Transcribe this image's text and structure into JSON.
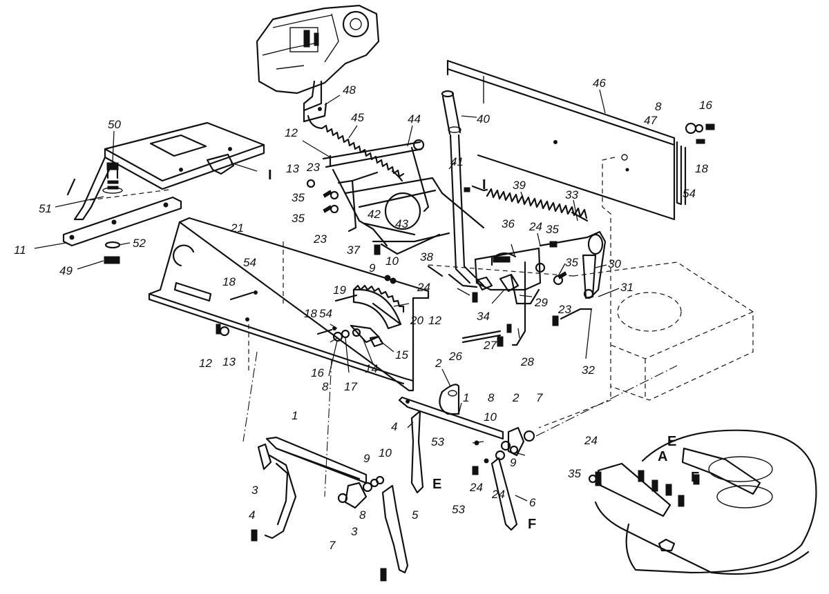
{
  "callouts": [
    {
      "id": "c50",
      "text": "50"
    },
    {
      "id": "c51",
      "text": "51"
    },
    {
      "id": "c11",
      "text": "11"
    },
    {
      "id": "c52",
      "text": "52"
    },
    {
      "id": "c49",
      "text": "49"
    },
    {
      "id": "c1a",
      "text": "I"
    },
    {
      "id": "c48",
      "text": "48"
    },
    {
      "id": "c45",
      "text": "45"
    },
    {
      "id": "c44",
      "text": "44"
    },
    {
      "id": "c12a",
      "text": "12"
    },
    {
      "id": "c13a",
      "text": "13"
    },
    {
      "id": "c23a",
      "text": "23"
    },
    {
      "id": "c35a",
      "text": "35"
    },
    {
      "id": "c35b",
      "text": "35"
    },
    {
      "id": "c23b",
      "text": "23"
    },
    {
      "id": "c42",
      "text": "42"
    },
    {
      "id": "c43",
      "text": "43"
    },
    {
      "id": "c37",
      "text": "37"
    },
    {
      "id": "c38",
      "text": "38"
    },
    {
      "id": "c9a",
      "text": "9"
    },
    {
      "id": "c10a",
      "text": "10"
    },
    {
      "id": "c40",
      "text": "40"
    },
    {
      "id": "c41",
      "text": "41"
    },
    {
      "id": "c46",
      "text": "46"
    },
    {
      "id": "c8a",
      "text": "8"
    },
    {
      "id": "c16a",
      "text": "16"
    },
    {
      "id": "c47",
      "text": "47"
    },
    {
      "id": "c18a",
      "text": "18"
    },
    {
      "id": "c54a",
      "text": "54"
    },
    {
      "id": "c1b",
      "text": "I"
    },
    {
      "id": "c39",
      "text": "39"
    },
    {
      "id": "c33",
      "text": "33"
    },
    {
      "id": "c36",
      "text": "36"
    },
    {
      "id": "c24a",
      "text": "24"
    },
    {
      "id": "c35c",
      "text": "35"
    },
    {
      "id": "c30",
      "text": "30"
    },
    {
      "id": "c35d",
      "text": "35"
    },
    {
      "id": "c31",
      "text": "31"
    },
    {
      "id": "c24b",
      "text": "24"
    },
    {
      "id": "c12b",
      "text": "12"
    },
    {
      "id": "c34",
      "text": "34"
    },
    {
      "id": "c29",
      "text": "29"
    },
    {
      "id": "c23c",
      "text": "23"
    },
    {
      "id": "c27",
      "text": "27"
    },
    {
      "id": "c26",
      "text": "26"
    },
    {
      "id": "c28",
      "text": "28"
    },
    {
      "id": "c32",
      "text": "32"
    },
    {
      "id": "c21",
      "text": "21"
    },
    {
      "id": "c54b",
      "text": "54"
    },
    {
      "id": "c18b",
      "text": "18"
    },
    {
      "id": "c19",
      "text": "19"
    },
    {
      "id": "c20",
      "text": "20"
    },
    {
      "id": "c18c",
      "text": "18"
    },
    {
      "id": "c54c",
      "text": "54"
    },
    {
      "id": "c15",
      "text": "15"
    },
    {
      "id": "c14",
      "text": "14"
    },
    {
      "id": "c16b",
      "text": "16"
    },
    {
      "id": "c8b",
      "text": "8"
    },
    {
      "id": "c17",
      "text": "17"
    },
    {
      "id": "c12c",
      "text": "12"
    },
    {
      "id": "c13b",
      "text": "13"
    },
    {
      "id": "c2a",
      "text": "2"
    },
    {
      "id": "c1c",
      "text": "1"
    },
    {
      "id": "c8c",
      "text": "8"
    },
    {
      "id": "c2b",
      "text": "2"
    },
    {
      "id": "c7a",
      "text": "7"
    },
    {
      "id": "c4a",
      "text": "4"
    },
    {
      "id": "c10b",
      "text": "10"
    },
    {
      "id": "c53a",
      "text": "53"
    },
    {
      "id": "c9b",
      "text": "9"
    },
    {
      "id": "c24c",
      "text": "24"
    },
    {
      "id": "c24d",
      "text": "24"
    },
    {
      "id": "c53b",
      "text": "53"
    },
    {
      "id": "c6",
      "text": "6"
    },
    {
      "id": "cF1",
      "text": "F"
    },
    {
      "id": "cE1",
      "text": "E"
    },
    {
      "id": "c1d",
      "text": "1"
    },
    {
      "id": "c9c",
      "text": "9"
    },
    {
      "id": "c10c",
      "text": "10"
    },
    {
      "id": "c3a",
      "text": "3"
    },
    {
      "id": "c4b",
      "text": "4"
    },
    {
      "id": "c8d",
      "text": "8"
    },
    {
      "id": "c3b",
      "text": "3"
    },
    {
      "id": "c7b",
      "text": "7"
    },
    {
      "id": "c5",
      "text": "5"
    },
    {
      "id": "c35e",
      "text": "35"
    },
    {
      "id": "c24e",
      "text": "24"
    },
    {
      "id": "cE2",
      "text": "E"
    },
    {
      "id": "cA",
      "text": "A"
    },
    {
      "id": "cF2",
      "text": "F"
    }
  ]
}
